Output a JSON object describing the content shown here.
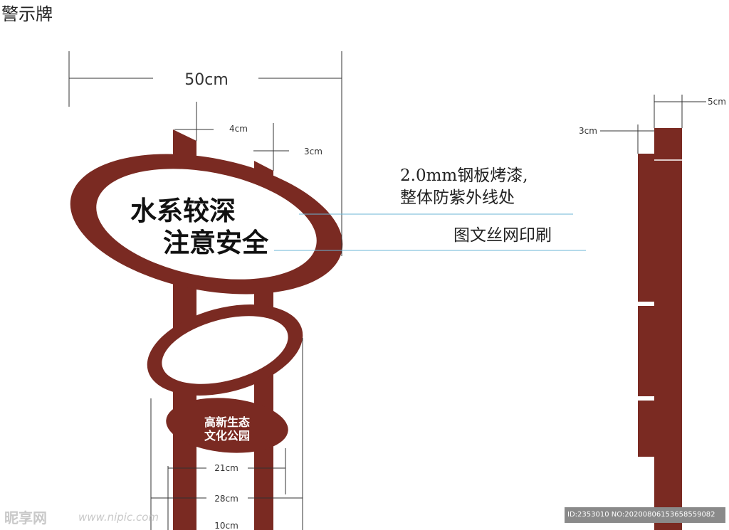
{
  "page_title": "警示牌",
  "dimensions": {
    "total_width": "50cm",
    "post_left": "4cm",
    "post_right": "3cm",
    "oval_small": "21cm",
    "oval_mid": "28cm",
    "bottom": "10cm",
    "side_depth": "5cm",
    "side_panel": "3cm"
  },
  "sign_text": {
    "line1": "水系较深",
    "line2": "注意安全",
    "sub1": "高新生态",
    "sub2": "文化公园"
  },
  "notes": {
    "material_line1": "2.0mm钢板烤漆,",
    "material_line2": "整体防紫外线处",
    "printing": "图文丝网印刷"
  },
  "colors": {
    "sign_brown": "#7a2a22",
    "leader_line": "#6bb6d6"
  },
  "watermark": {
    "logo": "昵享网",
    "url": "www.nipic.com",
    "id": "ID:2353010 NO:20200806153658559082"
  }
}
